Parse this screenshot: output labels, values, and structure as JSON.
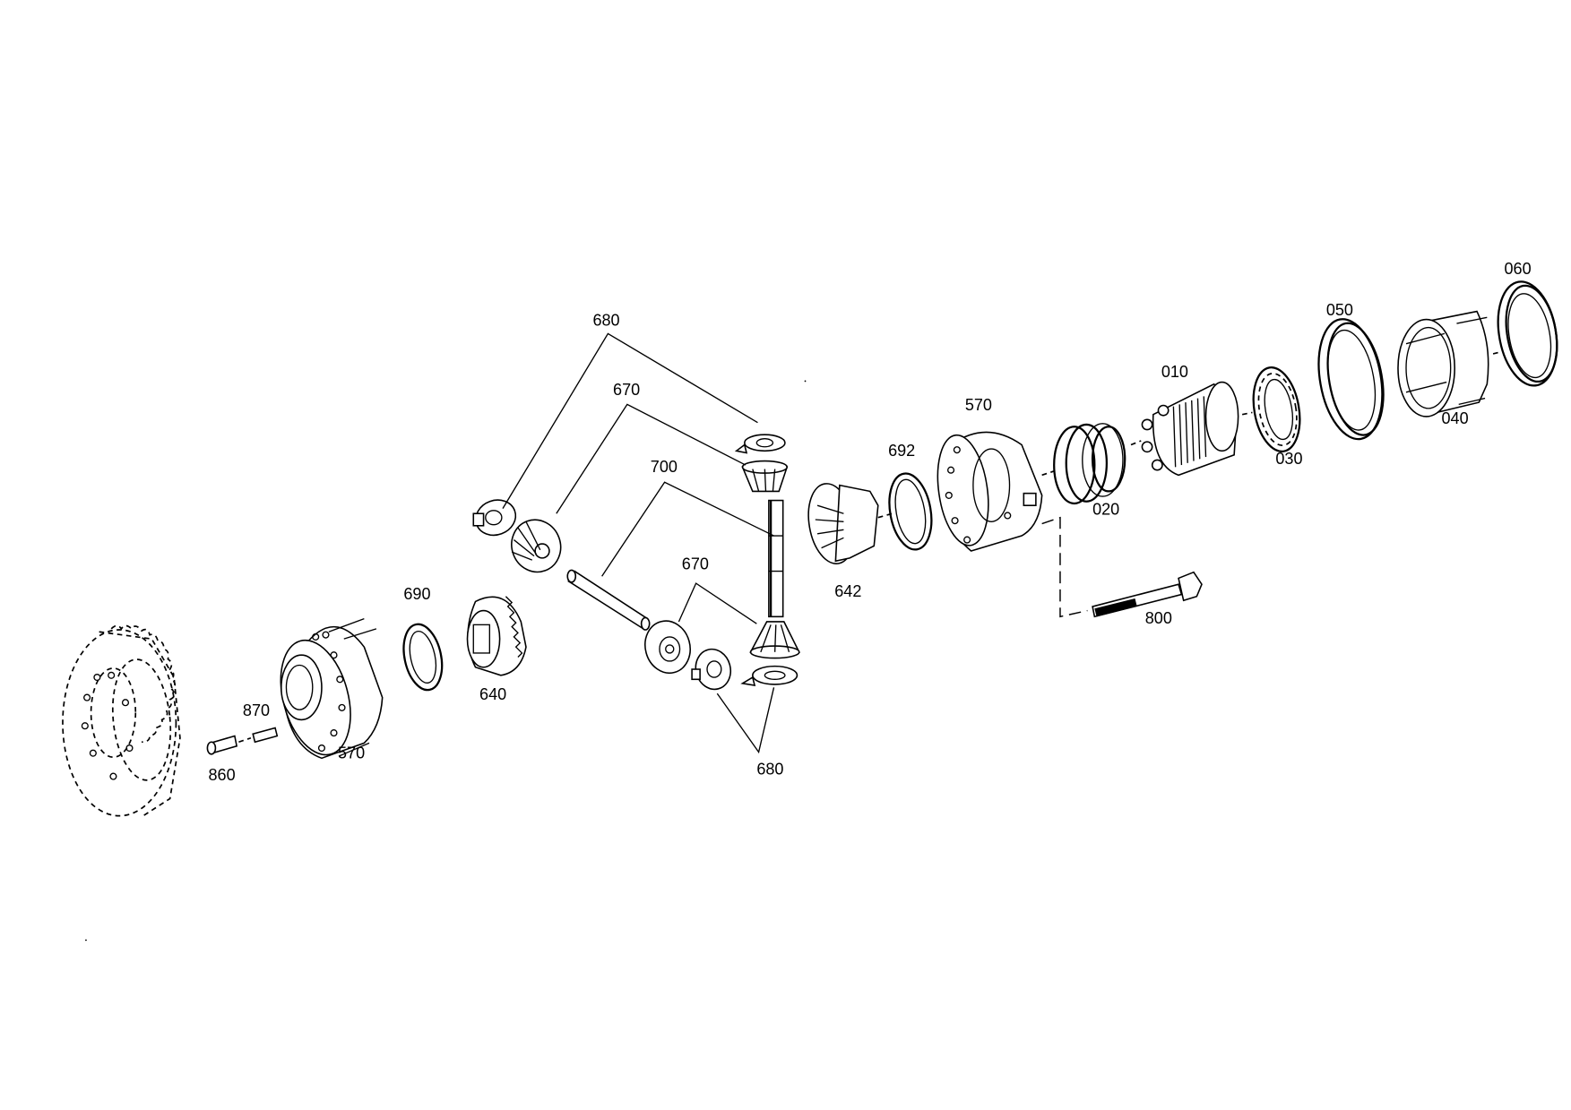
{
  "diagram": {
    "type": "exploded parts diagram",
    "subject": "differential assembly",
    "background": "#ffffff",
    "line_color": "#000000",
    "labels": [
      {
        "id": "label-680-top",
        "text": "680",
        "part": "thrust washer (upper pair)"
      },
      {
        "id": "label-670-top",
        "text": "670",
        "part": "differential bevel pinion (upper)"
      },
      {
        "id": "label-700",
        "text": "700",
        "part": "differential cross shaft"
      },
      {
        "id": "label-670-bottom",
        "text": "670",
        "part": "differential bevel pinion (lower)"
      },
      {
        "id": "label-680-bottom",
        "text": "680",
        "part": "thrust washer (lower pair)"
      },
      {
        "id": "label-690",
        "text": "690",
        "part": "shim / thrust ring"
      },
      {
        "id": "label-640",
        "text": "640",
        "part": "axle bevel gear"
      },
      {
        "id": "label-642",
        "text": "642",
        "part": "axle bevel gear (opposite)"
      },
      {
        "id": "label-692",
        "text": "692",
        "part": "shim / thrust ring"
      },
      {
        "id": "label-570-right",
        "text": "570",
        "part": "differential housing half (right)"
      },
      {
        "id": "label-570-left",
        "text": "570",
        "part": "differential housing half (left)"
      },
      {
        "id": "label-870",
        "text": "870",
        "part": "slotted pin"
      },
      {
        "id": "label-860",
        "text": "860",
        "part": "cylindrical pin"
      },
      {
        "id": "label-020",
        "text": "020",
        "part": "disc spring / plate pack"
      },
      {
        "id": "label-010",
        "text": "010",
        "part": "multi-disc lock hub"
      },
      {
        "id": "label-030",
        "text": "030",
        "part": "axial needle bearing"
      },
      {
        "id": "label-050",
        "text": "050",
        "part": "bearing ring"
      },
      {
        "id": "label-040",
        "text": "040",
        "part": "tapered roller bearing"
      },
      {
        "id": "label-060",
        "text": "060",
        "part": "shim ring"
      },
      {
        "id": "label-800",
        "text": "800",
        "part": "hexagon bolt"
      }
    ]
  }
}
